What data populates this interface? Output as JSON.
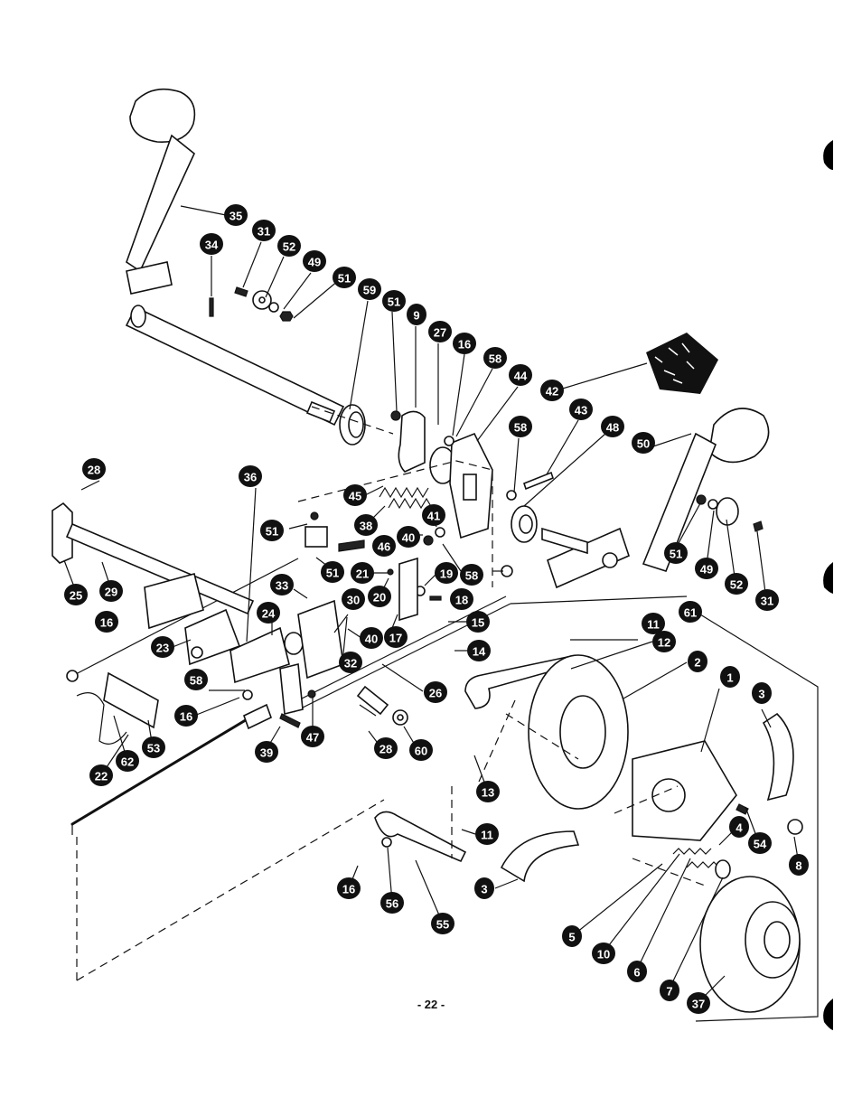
{
  "page_number": "- 22 -",
  "callouts": [
    {
      "id": "c35a",
      "label": "35"
    },
    {
      "id": "c34",
      "label": "34"
    },
    {
      "id": "c31a",
      "label": "31"
    },
    {
      "id": "c52a",
      "label": "52"
    },
    {
      "id": "c49a",
      "label": "49"
    },
    {
      "id": "c51a",
      "label": "51"
    },
    {
      "id": "c59",
      "label": "59"
    },
    {
      "id": "c51b",
      "label": "51"
    },
    {
      "id": "c9",
      "label": "9"
    },
    {
      "id": "c27",
      "label": "27"
    },
    {
      "id": "c16a",
      "label": "16"
    },
    {
      "id": "c58a",
      "label": "58"
    },
    {
      "id": "c44",
      "label": "44"
    },
    {
      "id": "c42",
      "label": "42"
    },
    {
      "id": "c43",
      "label": "43"
    },
    {
      "id": "c58b",
      "label": "58"
    },
    {
      "id": "c48",
      "label": "48"
    },
    {
      "id": "c50",
      "label": "50"
    },
    {
      "id": "c28a",
      "label": "28"
    },
    {
      "id": "c36",
      "label": "36"
    },
    {
      "id": "c45",
      "label": "45"
    },
    {
      "id": "c38",
      "label": "38"
    },
    {
      "id": "c51c",
      "label": "51"
    },
    {
      "id": "c46",
      "label": "46"
    },
    {
      "id": "c40a",
      "label": "40"
    },
    {
      "id": "c41",
      "label": "41"
    },
    {
      "id": "c58c",
      "label": "58"
    },
    {
      "id": "c51d",
      "label": "51"
    },
    {
      "id": "c21",
      "label": "21"
    },
    {
      "id": "c20",
      "label": "20"
    },
    {
      "id": "c19",
      "label": "19"
    },
    {
      "id": "c18",
      "label": "18"
    },
    {
      "id": "c51e",
      "label": "51"
    },
    {
      "id": "c49b",
      "label": "49"
    },
    {
      "id": "c52b",
      "label": "52"
    },
    {
      "id": "c31b",
      "label": "31"
    },
    {
      "id": "c25",
      "label": "25"
    },
    {
      "id": "c29",
      "label": "29"
    },
    {
      "id": "c33",
      "label": "33"
    },
    {
      "id": "c30",
      "label": "30"
    },
    {
      "id": "c16b",
      "label": "16"
    },
    {
      "id": "c24",
      "label": "24"
    },
    {
      "id": "c23",
      "label": "23"
    },
    {
      "id": "c40b",
      "label": "40"
    },
    {
      "id": "c17",
      "label": "17"
    },
    {
      "id": "c15",
      "label": "15"
    },
    {
      "id": "c61",
      "label": "61"
    },
    {
      "id": "c11a",
      "label": "11"
    },
    {
      "id": "c32",
      "label": "32"
    },
    {
      "id": "c14",
      "label": "14"
    },
    {
      "id": "c12",
      "label": "12"
    },
    {
      "id": "c58d",
      "label": "58"
    },
    {
      "id": "c26",
      "label": "26"
    },
    {
      "id": "c2",
      "label": "2"
    },
    {
      "id": "c1",
      "label": "1"
    },
    {
      "id": "c3a",
      "label": "3"
    },
    {
      "id": "c16c",
      "label": "16"
    },
    {
      "id": "c47",
      "label": "47"
    },
    {
      "id": "c28b",
      "label": "28"
    },
    {
      "id": "c60",
      "label": "60"
    },
    {
      "id": "c39",
      "label": "39"
    },
    {
      "id": "c53",
      "label": "53"
    },
    {
      "id": "c62",
      "label": "62"
    },
    {
      "id": "c22",
      "label": "22"
    },
    {
      "id": "c13",
      "label": "13"
    },
    {
      "id": "c11b",
      "label": "11"
    },
    {
      "id": "c4",
      "label": "4"
    },
    {
      "id": "c54",
      "label": "54"
    },
    {
      "id": "c8",
      "label": "8"
    },
    {
      "id": "c3b",
      "label": "3"
    },
    {
      "id": "c16d",
      "label": "16"
    },
    {
      "id": "c56",
      "label": "56"
    },
    {
      "id": "c55",
      "label": "55"
    },
    {
      "id": "c5",
      "label": "5"
    },
    {
      "id": "c10",
      "label": "10"
    },
    {
      "id": "c6",
      "label": "6"
    },
    {
      "id": "c7",
      "label": "7"
    },
    {
      "id": "c37",
      "label": "37"
    }
  ]
}
